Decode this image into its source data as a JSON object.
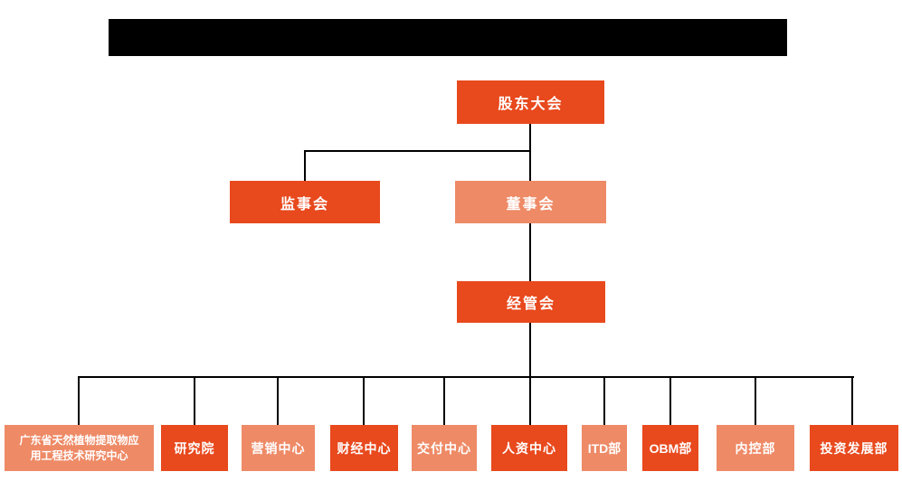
{
  "colors": {
    "dark": "#e8491d",
    "light": "#ee8a66",
    "line": "#000000",
    "redacted_bar": "#000000",
    "background": "#ffffff",
    "text": "#ffffff"
  },
  "nodes": {
    "shareholders": {
      "label": "股东大会",
      "variant": "dark"
    },
    "supervisory": {
      "label": "监事会",
      "variant": "dark"
    },
    "board": {
      "label": "董事会",
      "variant": "light"
    },
    "management": {
      "label": "经管会",
      "variant": "dark"
    },
    "departments": [
      {
        "label": "广东省天然植物提取物应用工程技术研究中心",
        "variant": "light"
      },
      {
        "label": "研究院",
        "variant": "dark"
      },
      {
        "label": "营销中心",
        "variant": "light"
      },
      {
        "label": "财经中心",
        "variant": "dark"
      },
      {
        "label": "交付中心",
        "variant": "light"
      },
      {
        "label": "人资中心",
        "variant": "dark"
      },
      {
        "label": "ITD部",
        "variant": "light"
      },
      {
        "label": "OBM部",
        "variant": "dark"
      },
      {
        "label": "内控部",
        "variant": "light"
      },
      {
        "label": "投资发展部",
        "variant": "dark"
      }
    ]
  }
}
